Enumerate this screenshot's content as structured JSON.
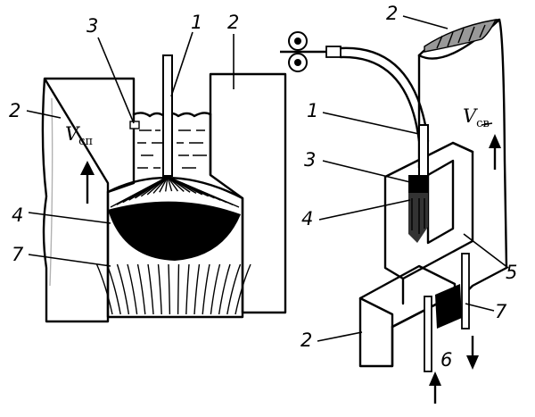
{
  "left_figure": {
    "labels": {
      "electrode": "1",
      "base_metal_left": "2",
      "base_metal_right": "2",
      "slag_pool": "3",
      "metal_pool": "4",
      "weld_seam": "7"
    },
    "velocity": {
      "symbol": "V",
      "subscript": "сп"
    }
  },
  "right_figure": {
    "labels": {
      "electrode": "1",
      "base_metal_top": "2",
      "base_metal_bottom": "2",
      "slag_pool": "3",
      "metal_pool": "4",
      "slider": "5",
      "cooling_water": "6",
      "weld_seam": "7"
    },
    "velocity": {
      "symbol": "V",
      "subscript": "св"
    }
  }
}
